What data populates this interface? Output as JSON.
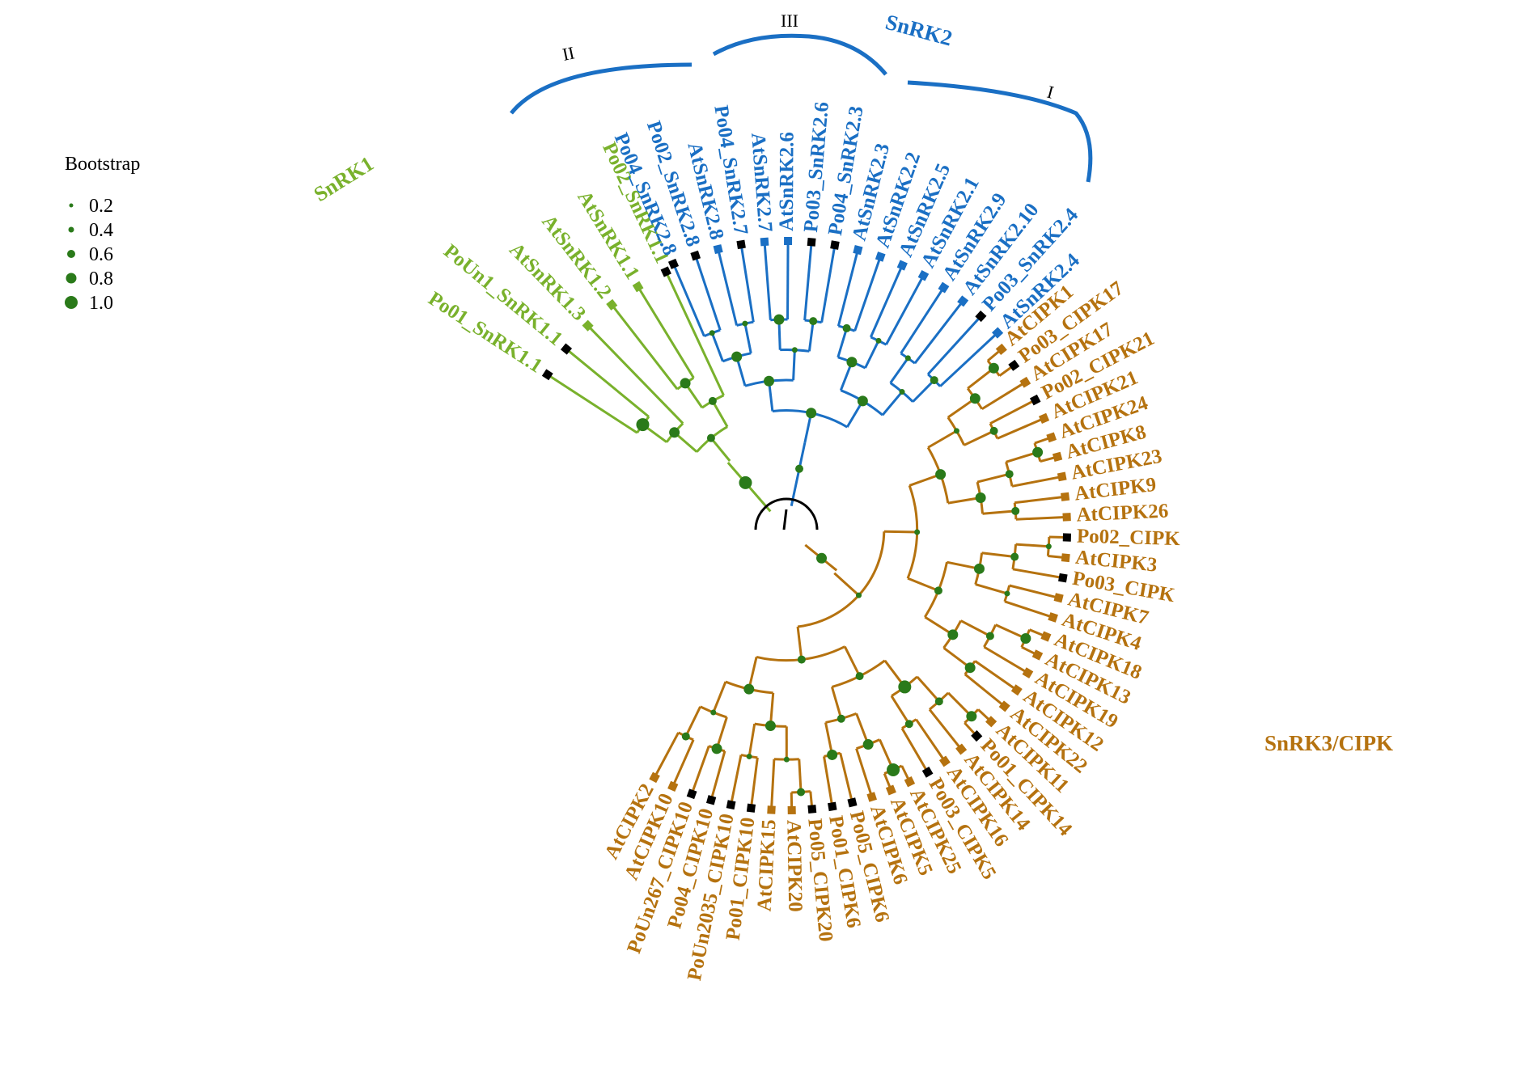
{
  "colors": {
    "snrk1": "#79b12c",
    "snrk2": "#1a6fc4",
    "snrk3": "#b5720f",
    "bootstrap": "#2a7a1a",
    "marker_black": "#000000",
    "root": "#000000"
  },
  "legend": {
    "title": "Bootstrap",
    "items": [
      {
        "label": "0.2",
        "value": 0.2
      },
      {
        "label": "0.4",
        "value": 0.4
      },
      {
        "label": "0.6",
        "value": 0.6
      },
      {
        "label": "0.8",
        "value": 0.8
      },
      {
        "label": "1.0",
        "value": 1.0
      }
    ]
  },
  "clades": {
    "snrk1": "SnRK1",
    "snrk2": "SnRK2",
    "snrk3": "SnRK3/CIPK",
    "sub_I": "I",
    "sub_II": "II",
    "sub_III": "III"
  },
  "leaves": {
    "snrk1": [
      {
        "label": "Po01_SnRK1.1",
        "marker": "black"
      },
      {
        "label": "PoUn1_SnRK1.1",
        "marker": "black"
      },
      {
        "label": "AtSnRK1.3",
        "marker": "color"
      },
      {
        "label": "AtSnRK1.2",
        "marker": "color"
      },
      {
        "label": "AtSnRK1.1",
        "marker": "color"
      },
      {
        "label": "Po02_SnRK1.1",
        "marker": "black"
      }
    ],
    "snrk2": [
      {
        "label": "Po04_SnRK2.8",
        "marker": "black"
      },
      {
        "label": "Po02_SnRK2.8",
        "marker": "black"
      },
      {
        "label": "AtSnRK2.8",
        "marker": "color"
      },
      {
        "label": "Po04_SnRK2.7",
        "marker": "black"
      },
      {
        "label": "AtSnRK2.7",
        "marker": "color"
      },
      {
        "label": "AtSnRK2.6",
        "marker": "color"
      },
      {
        "label": "Po03_SnRK2.6",
        "marker": "black"
      },
      {
        "label": "Po04_SnRK2.3",
        "marker": "black"
      },
      {
        "label": "AtSnRK2.3",
        "marker": "color"
      },
      {
        "label": "AtSnRK2.2",
        "marker": "color"
      },
      {
        "label": "AtSnRK2.5",
        "marker": "color"
      },
      {
        "label": "AtSnRK2.1",
        "marker": "color"
      },
      {
        "label": "AtSnRK2.9",
        "marker": "color"
      },
      {
        "label": "AtSnRK2.10",
        "marker": "color"
      },
      {
        "label": "Po03_SnRK2.4",
        "marker": "black"
      },
      {
        "label": "AtSnRK2.4",
        "marker": "color"
      }
    ],
    "snrk3": [
      {
        "label": "AtCIPK1",
        "marker": "color"
      },
      {
        "label": "Po03_CIPK17",
        "marker": "black"
      },
      {
        "label": "AtCIPK17",
        "marker": "color"
      },
      {
        "label": "Po02_CIPK21",
        "marker": "black"
      },
      {
        "label": "AtCIPK21",
        "marker": "color"
      },
      {
        "label": "AtCIPK24",
        "marker": "color"
      },
      {
        "label": "AtCIPK8",
        "marker": "color"
      },
      {
        "label": "AtCIPK23",
        "marker": "color"
      },
      {
        "label": "AtCIPK9",
        "marker": "color"
      },
      {
        "label": "AtCIPK26",
        "marker": "color"
      },
      {
        "label": "Po02_CIPK",
        "marker": "black"
      },
      {
        "label": "AtCIPK3",
        "marker": "color"
      },
      {
        "label": "Po03_CIPK",
        "marker": "black"
      },
      {
        "label": "AtCIPK7",
        "marker": "color"
      },
      {
        "label": "AtCIPK4",
        "marker": "color"
      },
      {
        "label": "AtCIPK18",
        "marker": "color"
      },
      {
        "label": "AtCIPK13",
        "marker": "color"
      },
      {
        "label": "AtCIPK19",
        "marker": "color"
      },
      {
        "label": "AtCIPK12",
        "marker": "color"
      },
      {
        "label": "AtCIPK22",
        "marker": "color"
      },
      {
        "label": "AtCIPK11",
        "marker": "color"
      },
      {
        "label": "Po01_CIPK14",
        "marker": "black"
      },
      {
        "label": "AtCIPK14",
        "marker": "color"
      },
      {
        "label": "AtCIPK16",
        "marker": "color"
      },
      {
        "label": "Po03_CIPK5",
        "marker": "black"
      },
      {
        "label": "AtCIPK25",
        "marker": "color"
      },
      {
        "label": "AtCIPK5",
        "marker": "color"
      },
      {
        "label": "AtCIPK6",
        "marker": "color"
      },
      {
        "label": "Po05_CIPK6",
        "marker": "black"
      },
      {
        "label": "Po01_CIPK6",
        "marker": "black"
      },
      {
        "label": "Po05_CIPK20",
        "marker": "black"
      },
      {
        "label": "AtCIPK20",
        "marker": "color"
      },
      {
        "label": "AtCIPK15",
        "marker": "color"
      },
      {
        "label": "Po01_CIPK10",
        "marker": "black"
      },
      {
        "label": "PoUn2035_CIPK10",
        "marker": "black"
      },
      {
        "label": "Po04_CIPK10",
        "marker": "black"
      },
      {
        "label": "PoUn267_CIPK10",
        "marker": "black"
      },
      {
        "label": "AtCIPK10",
        "marker": "color"
      },
      {
        "label": "AtCIPK2",
        "marker": "color"
      }
    ]
  },
  "bootstrap_nodes": [
    {
      "value": 1.0
    },
    {
      "value": 1.0
    },
    {
      "value": 0.8
    },
    {
      "value": 0.8
    },
    {
      "value": 0.6
    },
    {
      "value": 0.6
    },
    {
      "value": 0.6
    },
    {
      "value": 0.4
    },
    {
      "value": 0.4
    },
    {
      "value": 0.8
    },
    {
      "value": 0.8
    },
    {
      "value": 0.6
    },
    {
      "value": 0.4
    },
    {
      "value": 0.8
    },
    {
      "value": 0.6
    },
    {
      "value": 0.4
    },
    {
      "value": 0.8
    },
    {
      "value": 0.4
    },
    {
      "value": 0.6
    },
    {
      "value": 0.4
    },
    {
      "value": 0.8
    },
    {
      "value": 0.8
    },
    {
      "value": 0.8
    },
    {
      "value": 0.8
    },
    {
      "value": 0.8
    },
    {
      "value": 0.6
    },
    {
      "value": 0.4
    },
    {
      "value": 0.8
    },
    {
      "value": 0.6
    },
    {
      "value": 0.6
    },
    {
      "value": 0.8
    },
    {
      "value": 0.8
    },
    {
      "value": 0.4
    },
    {
      "value": 0.6
    },
    {
      "value": 0.4
    },
    {
      "value": 0.8
    },
    {
      "value": 0.8
    },
    {
      "value": 0.6
    },
    {
      "value": 0.8
    },
    {
      "value": 0.8
    },
    {
      "value": 0.6
    },
    {
      "value": 0.4
    },
    {
      "value": 0.8
    },
    {
      "value": 0.6
    },
    {
      "value": 0.6
    }
  ]
}
